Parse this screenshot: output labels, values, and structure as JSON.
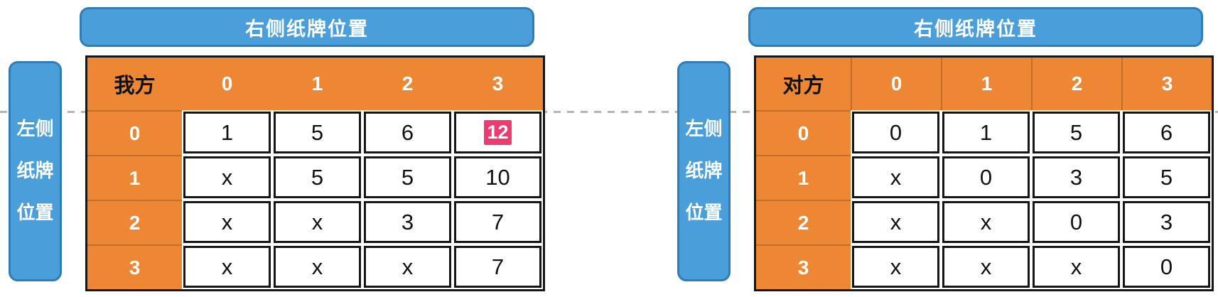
{
  "colors": {
    "blue_fill": "#4A9EDA",
    "blue_border": "#2E7DB7",
    "orange": "#ED8733",
    "highlight_pink": "#ED3A70",
    "divider_gray": "#B5B5B5"
  },
  "panels": [
    {
      "id": "ours",
      "top_header": "右侧纸牌位置",
      "side_header_lines": [
        "左侧",
        "纸牌",
        "位置"
      ],
      "corner_label": "我方",
      "col_headers": [
        "0",
        "1",
        "2",
        "3"
      ],
      "row_headers": [
        "0",
        "1",
        "2",
        "3"
      ],
      "cells": [
        [
          "1",
          "5",
          "6",
          "12"
        ],
        [
          "x",
          "5",
          "5",
          "10"
        ],
        [
          "x",
          "x",
          "3",
          "7"
        ],
        [
          "x",
          "x",
          "x",
          "7"
        ]
      ],
      "highlight": {
        "row": 0,
        "col": 3,
        "value": "12"
      },
      "header_column_separators": false
    },
    {
      "id": "opponent",
      "top_header": "右侧纸牌位置",
      "side_header_lines": [
        "左侧",
        "纸牌",
        "位置"
      ],
      "corner_label": "对方",
      "col_headers": [
        "0",
        "1",
        "2",
        "3"
      ],
      "row_headers": [
        "0",
        "1",
        "2",
        "3"
      ],
      "cells": [
        [
          "0",
          "1",
          "5",
          "6"
        ],
        [
          "x",
          "0",
          "3",
          "5"
        ],
        [
          "x",
          "x",
          "0",
          "3"
        ],
        [
          "x",
          "x",
          "x",
          "0"
        ]
      ],
      "highlight": null,
      "header_column_separators": true
    }
  ]
}
